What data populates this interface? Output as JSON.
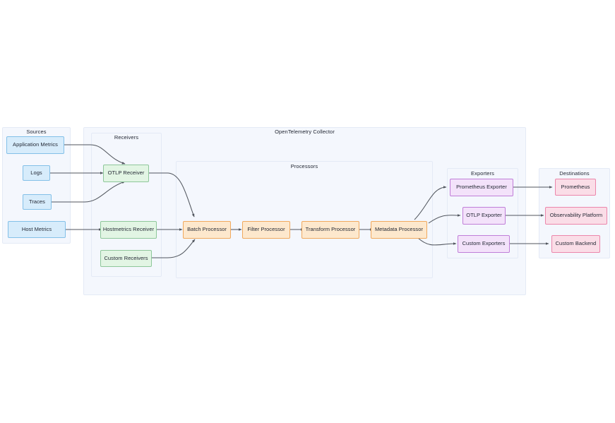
{
  "diagram": {
    "type": "flowchart",
    "direction": "left-to-right",
    "title_visible": false,
    "background": "#ffffff",
    "groups": [
      {
        "id": "sources",
        "label": "Sources"
      },
      {
        "id": "collector",
        "label": "OpenTelemetry Collector"
      },
      {
        "id": "receivers",
        "label": "Receivers"
      },
      {
        "id": "processors",
        "label": "Processors"
      },
      {
        "id": "exporters",
        "label": "Exporters"
      },
      {
        "id": "destinations",
        "label": "Destinations"
      }
    ],
    "nodes": {
      "application_metrics": "Application Metrics",
      "logs": "Logs",
      "traces": "Traces",
      "host_metrics": "Host Metrics",
      "otlp_receiver": "OTLP Receiver",
      "hostmetrics_receiver": "Hostmetrics Receiver",
      "custom_receivers": "Custom Receivers",
      "batch_processor": "Batch Processor",
      "filter_processor": "Filter Processor",
      "transform_processor": "Transform Processor",
      "metadata_processor": "Metadata Processor",
      "prometheus_exporter": "Prometheus Exporter",
      "otlp_exporter": "OTLP Exporter",
      "custom_exporters": "Custom Exporters",
      "prometheus": "Prometheus",
      "observability_platform": "Observability Platform",
      "custom_backend": "Custom Backend"
    },
    "edges": [
      {
        "from": "application_metrics",
        "to": "otlp_receiver"
      },
      {
        "from": "logs",
        "to": "otlp_receiver"
      },
      {
        "from": "traces",
        "to": "otlp_receiver"
      },
      {
        "from": "host_metrics",
        "to": "hostmetrics_receiver"
      },
      {
        "from": "otlp_receiver",
        "to": "batch_processor"
      },
      {
        "from": "hostmetrics_receiver",
        "to": "batch_processor"
      },
      {
        "from": "custom_receivers",
        "to": "batch_processor"
      },
      {
        "from": "batch_processor",
        "to": "filter_processor"
      },
      {
        "from": "filter_processor",
        "to": "transform_processor"
      },
      {
        "from": "transform_processor",
        "to": "metadata_processor"
      },
      {
        "from": "metadata_processor",
        "to": "prometheus_exporter"
      },
      {
        "from": "metadata_processor",
        "to": "otlp_exporter"
      },
      {
        "from": "metadata_processor",
        "to": "custom_exporters"
      },
      {
        "from": "prometheus_exporter",
        "to": "prometheus"
      },
      {
        "from": "otlp_exporter",
        "to": "observability_platform"
      },
      {
        "from": "custom_exporters",
        "to": "custom_backend"
      }
    ],
    "colors": {
      "source_fill": "#d7ecfb",
      "source_stroke": "#83c0e8",
      "receiver_fill": "#e2f5e4",
      "receiver_stroke": "#8ec79a",
      "processor_fill": "#fde8cd",
      "processor_stroke": "#f0a95e",
      "exporter_fill": "#f3e2fa",
      "exporter_stroke": "#c07ed8",
      "destination_fill": "#fadde7",
      "destination_stroke": "#ec86ab",
      "group_fill": "#f4f7fd",
      "group_stroke": "#e4eaf6",
      "edge_stroke": "#51565e"
    }
  }
}
